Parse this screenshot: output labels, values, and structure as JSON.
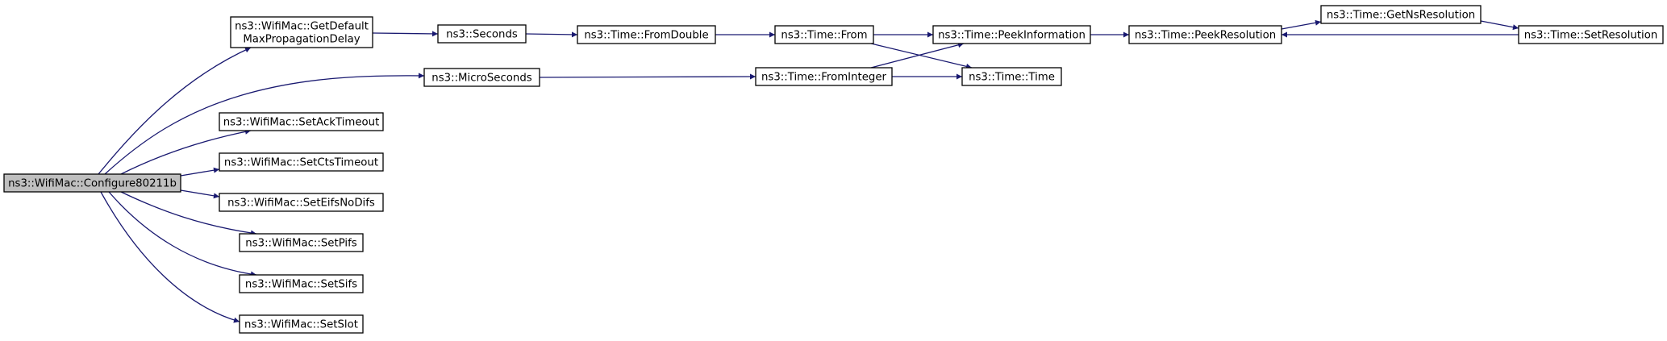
{
  "diagram": {
    "kind": "call-graph",
    "colors": {
      "edge": "#191970",
      "node_fill": "#ffffff",
      "root_fill": "#bfbfbf",
      "node_border": "#000000"
    },
    "nodes": [
      {
        "id": "configure",
        "lines": [
          "ns3::WifiMac::Configure80211b"
        ],
        "root": true
      },
      {
        "id": "getdefault",
        "lines": [
          "ns3::WifiMac::GetDefault",
          "MaxPropagationDelay"
        ]
      },
      {
        "id": "microseconds",
        "lines": [
          "ns3::MicroSeconds"
        ]
      },
      {
        "id": "setacktimeout",
        "lines": [
          "ns3::WifiMac::SetAckTimeout"
        ]
      },
      {
        "id": "setctstimeout",
        "lines": [
          "ns3::WifiMac::SetCtsTimeout"
        ]
      },
      {
        "id": "seteifsnodifs",
        "lines": [
          "ns3::WifiMac::SetEifsNoDifs"
        ]
      },
      {
        "id": "setpifs",
        "lines": [
          "ns3::WifiMac::SetPifs"
        ]
      },
      {
        "id": "setsifs",
        "lines": [
          "ns3::WifiMac::SetSifs"
        ]
      },
      {
        "id": "setslot",
        "lines": [
          "ns3::WifiMac::SetSlot"
        ]
      },
      {
        "id": "seconds",
        "lines": [
          "ns3::Seconds"
        ]
      },
      {
        "id": "fromdouble",
        "lines": [
          "ns3::Time::FromDouble"
        ]
      },
      {
        "id": "from",
        "lines": [
          "ns3::Time::From"
        ]
      },
      {
        "id": "peekinformation",
        "lines": [
          "ns3::Time::PeekInformation"
        ]
      },
      {
        "id": "time",
        "lines": [
          "ns3::Time::Time"
        ]
      },
      {
        "id": "peekresolution",
        "lines": [
          "ns3::Time::PeekResolution"
        ]
      },
      {
        "id": "getnsresolution",
        "lines": [
          "ns3::Time::GetNsResolution"
        ]
      },
      {
        "id": "setresolution",
        "lines": [
          "ns3::Time::SetResolution"
        ]
      },
      {
        "id": "frominteger",
        "lines": [
          "ns3::Time::FromInteger"
        ]
      }
    ],
    "edges": [
      {
        "from": "configure",
        "to": "getdefault"
      },
      {
        "from": "configure",
        "to": "microseconds"
      },
      {
        "from": "configure",
        "to": "setacktimeout"
      },
      {
        "from": "configure",
        "to": "setctstimeout"
      },
      {
        "from": "configure",
        "to": "seteifsnodifs"
      },
      {
        "from": "configure",
        "to": "setpifs"
      },
      {
        "from": "configure",
        "to": "setsifs"
      },
      {
        "from": "configure",
        "to": "setslot"
      },
      {
        "from": "getdefault",
        "to": "seconds"
      },
      {
        "from": "seconds",
        "to": "fromdouble"
      },
      {
        "from": "fromdouble",
        "to": "from"
      },
      {
        "from": "from",
        "to": "peekinformation"
      },
      {
        "from": "from",
        "to": "time"
      },
      {
        "from": "peekinformation",
        "to": "peekresolution"
      },
      {
        "from": "peekresolution",
        "to": "getnsresolution"
      },
      {
        "from": "getnsresolution",
        "to": "setresolution"
      },
      {
        "from": "setresolution",
        "to": "peekresolution"
      },
      {
        "from": "microseconds",
        "to": "frominteger"
      },
      {
        "from": "frominteger",
        "to": "peekinformation"
      },
      {
        "from": "frominteger",
        "to": "time"
      }
    ]
  }
}
